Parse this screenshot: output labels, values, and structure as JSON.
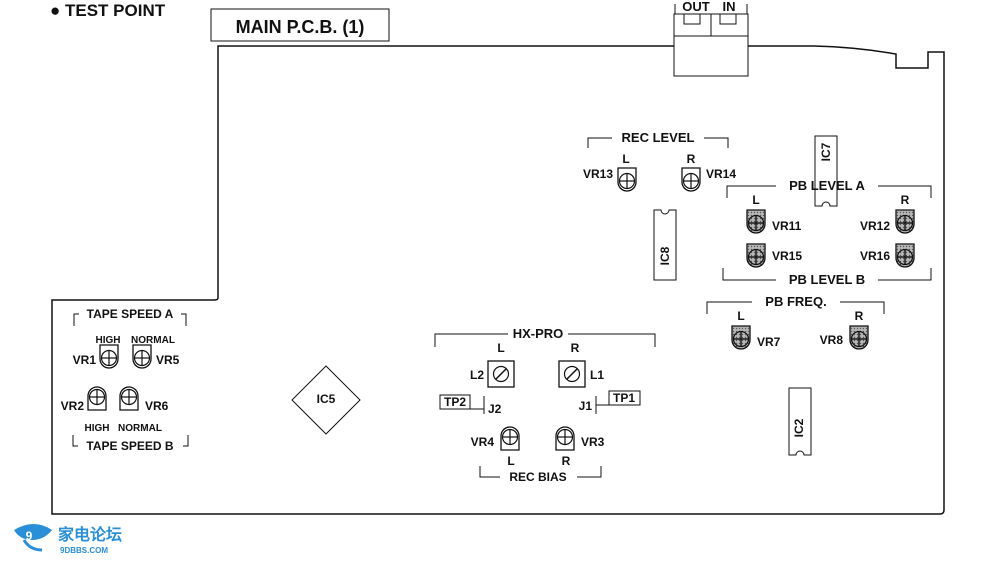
{
  "header": {
    "test_point": "● TEST POINT",
    "board_title": "MAIN P.C.B. (1)"
  },
  "connectors": {
    "out": "OUT",
    "in": "IN"
  },
  "ics": {
    "ic7": "IC7",
    "ic8": "IC8",
    "ic5": "IC5",
    "ic2": "IC2"
  },
  "rec_level": {
    "title": "REC LEVEL",
    "left": "L",
    "right": "R",
    "vr13": "VR13",
    "vr14": "VR14"
  },
  "pb_level": {
    "title_a": "PB LEVEL A",
    "title_b": "PB LEVEL B",
    "left": "L",
    "right": "R",
    "vr11": "VR11",
    "vr12": "VR12",
    "vr15": "VR15",
    "vr16": "VR16"
  },
  "pb_freq": {
    "title": "PB FREQ.",
    "left": "L",
    "right": "R",
    "vr7": "VR7",
    "vr8": "VR8"
  },
  "tape_speed": {
    "title_a": "TAPE SPEED A",
    "title_b": "TAPE SPEED B",
    "high_top": "HIGH",
    "normal_top": "NORMAL",
    "high_bottom": "HIGH",
    "normal_bottom": "NORMAL",
    "vr1": "VR1",
    "vr5": "VR5",
    "vr2": "VR2",
    "vr6": "VR6"
  },
  "hx_pro": {
    "title": "HX-PRO",
    "left": "L",
    "right": "R",
    "l2": "L2",
    "l1": "L1",
    "tp2": "TP2",
    "tp1": "TP1",
    "j2": "J2",
    "j1": "J1",
    "vr4": "VR4",
    "vr3": "VR3",
    "left_bottom": "L",
    "right_bottom": "R",
    "rec_bias": "REC BIAS"
  },
  "watermark": {
    "text": "家电论坛",
    "url": "9DBBS.COM"
  }
}
